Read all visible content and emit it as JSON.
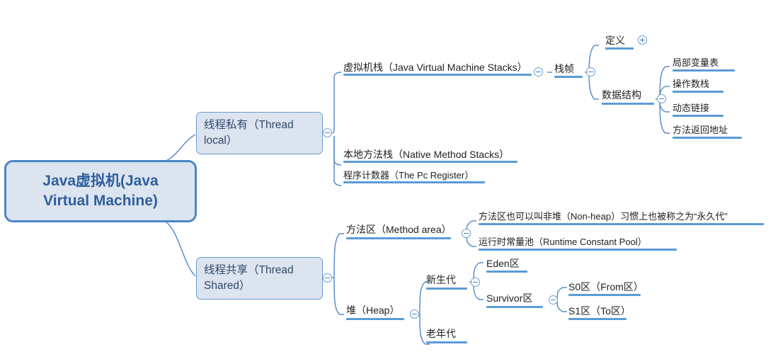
{
  "diagram": {
    "type": "mindmap",
    "title": "Java虚拟机(Java Virtual Machine)",
    "colors": {
      "node_fill": "#dce4ef",
      "node_border": "#4a87c7",
      "root_text": "#2f5f9e",
      "underline": "#5b9bd5",
      "connector": "#5b8fc9",
      "leaf_text": "#1f1f1f",
      "background": "#ffffff"
    }
  },
  "root": {
    "label_line1": "Java虚拟机(Java",
    "label_line2": "Virtual Machine)"
  },
  "branches": {
    "thread_local": {
      "label_line1": "线程私有（Thread",
      "label_line2": "local）",
      "toggle": "collapse-minus",
      "children": [
        {
          "label": "虚拟机栈（Java Virtual Machine Stacks）",
          "toggle": "collapse-minus"
        },
        {
          "label": "本地方法栈（Native Method Stacks）",
          "toggle": "none"
        },
        {
          "label": "程序计数器（The Pc Register）",
          "toggle": "none"
        }
      ]
    },
    "thread_shared": {
      "label_line1": "线程共享（Thread",
      "label_line2": "Shared）",
      "toggle": "collapse-minus",
      "children": [
        {
          "label": "方法区（Method area）",
          "toggle": "collapse-minus"
        },
        {
          "label": "堆（Heap）",
          "toggle": "collapse-minus"
        }
      ]
    }
  },
  "stack_frame": {
    "label": "栈帧",
    "toggle": "collapse-minus",
    "children": [
      {
        "label": "定义",
        "toggle": "expand-plus"
      },
      {
        "label": "数据结构",
        "toggle": "collapse-minus"
      }
    ]
  },
  "data_structure_children": [
    {
      "label": "局部变量表"
    },
    {
      "label": "操作数栈"
    },
    {
      "label": "动态链接"
    },
    {
      "label": "方法返回地址"
    }
  ],
  "method_area_children": [
    {
      "label": "方法区也可以叫非堆（Non-heap）习惯上也被称之为“永久代”"
    },
    {
      "label": "运行时常量池（Runtime Constant Pool）"
    }
  ],
  "heap": {
    "children": [
      {
        "label": "新生代",
        "toggle": "collapse-minus"
      },
      {
        "label": "老年代",
        "toggle": "none"
      }
    ]
  },
  "young_gen_children": [
    {
      "label": "Eden区",
      "toggle": "none"
    },
    {
      "label": "Survivor区",
      "toggle": "collapse-minus"
    }
  ],
  "survivor_children": [
    {
      "label": "S0区（From区）"
    },
    {
      "label": "S1区（To区）"
    }
  ]
}
